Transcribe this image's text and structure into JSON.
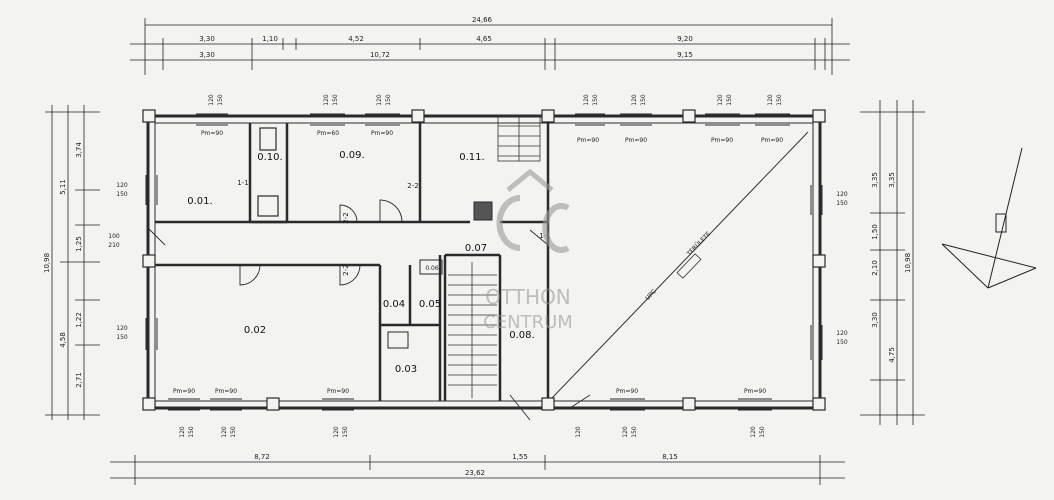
{
  "dimensions": {
    "top_total": "24,66",
    "top_row1": [
      "3,30",
      "1,10",
      "4,52",
      "4,65",
      "9,20"
    ],
    "top_row2": [
      "3,30",
      "10,72",
      "9,15"
    ],
    "bottom_row": [
      "8,72",
      "1,55",
      "8,15"
    ],
    "bottom_total": "23,62",
    "left_total": "10,98",
    "left_a": "5,11",
    "left_b": "4,58",
    "left_c": "2,71",
    "left_d": "3,74",
    "left_e": "1,25",
    "left_f": "1,22",
    "right_total": "10,98",
    "right_a": "3,35",
    "right_b": "1,50",
    "right_c": "2,10",
    "right_d": "3,30",
    "right_e": "4,75"
  },
  "rooms": {
    "r001": "0.01.",
    "r002": "0.02",
    "r003": "0.03",
    "r004": "0.04",
    "r005": "0.05",
    "r006": "0.06",
    "r007": "0.07",
    "r008": "0.08.",
    "r009": "0.09.",
    "r010": "0.10.",
    "r011": "0.11."
  },
  "window_marks": {
    "pm90": "Pm=90",
    "pm60": "Pm=60",
    "w120": "120",
    "w150": "150",
    "w100": "100",
    "w210": "210"
  },
  "section_marks": {
    "s1": "1-1",
    "s2": "2-2"
  },
  "annotations": {
    "terulet": "TERÜLETE",
    "upc": "UPC"
  },
  "watermark": {
    "line1": "OTTHON",
    "line2": "CENTRUM"
  },
  "colors": {
    "ink": "#1e1e1e",
    "wall": "#2a2a2a",
    "paper": "#f3f3f1",
    "watermark": "#9a9a9a"
  }
}
